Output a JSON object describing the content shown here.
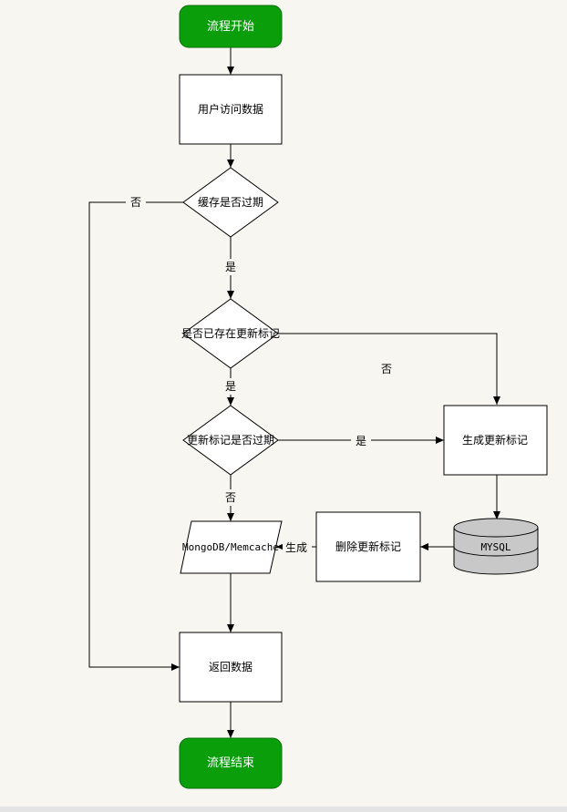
{
  "nodes": {
    "start": "流程开始",
    "access": "用户访问数据",
    "cache_check": "缓存是否过期",
    "flag_exists": "是否已存在更新标记",
    "flag_expired": "更新标记是否过期",
    "gen_flag": "生成更新标记",
    "mysql": "MYSQL",
    "del_flag": "删除更新标记",
    "store": "MongoDB/Memcache",
    "return": "返回数据",
    "end": "流程结束"
  },
  "edges": {
    "cache_no": "否",
    "cache_yes": "是",
    "exists_no": "否",
    "exists_yes": "是",
    "expired_yes": "是",
    "expired_no": "否",
    "generate": "生成"
  },
  "colors": {
    "terminal_fill": "#0a9e0a",
    "terminal_stroke": "#0b6e0b",
    "db_fill": "#c8c8c8",
    "background": "#f8f6f0"
  }
}
